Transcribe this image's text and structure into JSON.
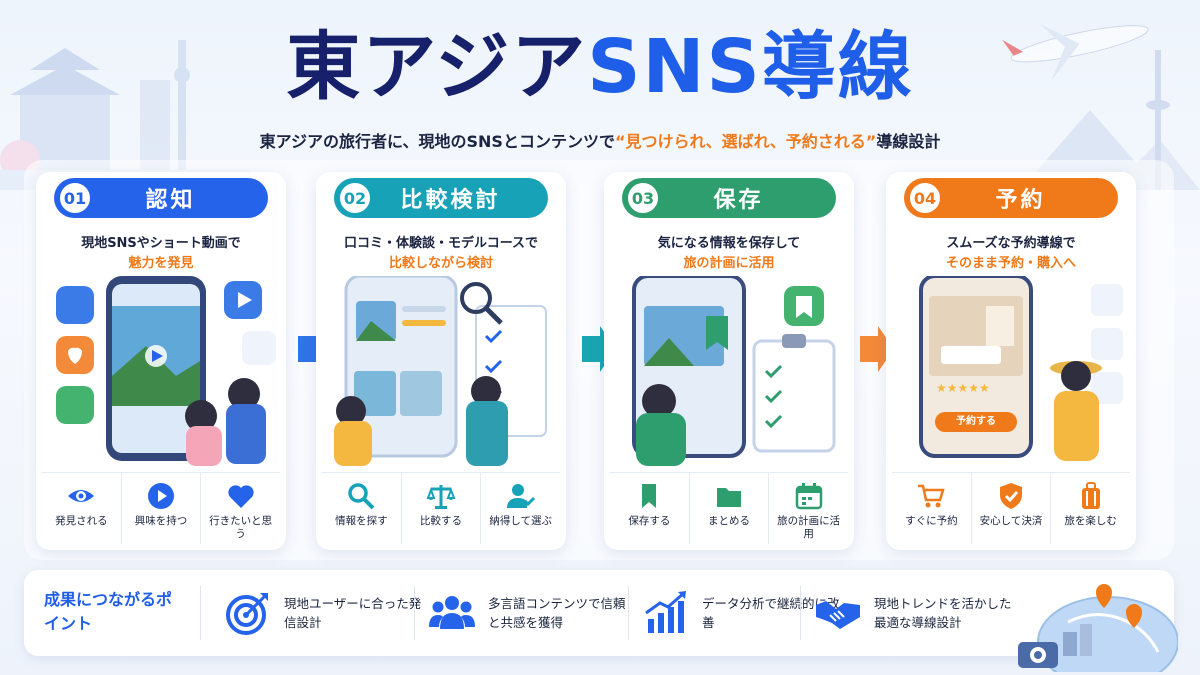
{
  "title": {
    "part1": "東アジア",
    "part2": "SNS導線"
  },
  "subtitle": {
    "before": "東アジアの旅行者に、現地のSNSとコンテンツで",
    "highlight": "“見つけられ、選ばれ、予約される”",
    "after": "導線設計"
  },
  "steps": [
    {
      "num": "01",
      "title": "認知",
      "color": "#2563eb",
      "desc1": "現地SNSやショート動画で",
      "desc2": "魅力を発見",
      "actions": [
        {
          "label": "発見される",
          "icon": "eye-icon"
        },
        {
          "label": "興味を持つ",
          "icon": "play-icon"
        },
        {
          "label": "行きたいと思う",
          "icon": "heart-icon"
        }
      ]
    },
    {
      "num": "02",
      "title": "比較検討",
      "color": "#17a2b8",
      "desc1": "口コミ・体験談・モデルコースで",
      "desc2": "比較しながら検討",
      "actions": [
        {
          "label": "情報を探す",
          "icon": "search-icon"
        },
        {
          "label": "比較する",
          "icon": "scale-icon"
        },
        {
          "label": "納得して選ぶ",
          "icon": "user-check-icon"
        }
      ]
    },
    {
      "num": "03",
      "title": "保存",
      "color": "#2e9e6e",
      "desc1": "気になる情報を保存して",
      "desc2": "旅の計画に活用",
      "actions": [
        {
          "label": "保存する",
          "icon": "bookmark-icon"
        },
        {
          "label": "まとめる",
          "icon": "folder-icon"
        },
        {
          "label": "旅の計画に活用",
          "icon": "calendar-icon"
        }
      ]
    },
    {
      "num": "04",
      "title": "予約",
      "color": "#f07a1a",
      "desc1": "スムーズな予約導線で",
      "desc2": "そのまま予約・購入へ",
      "actions": [
        {
          "label": "すぐに予約",
          "icon": "cart-icon"
        },
        {
          "label": "安心して決済",
          "icon": "shield-check-icon"
        },
        {
          "label": "旅を楽しむ",
          "icon": "suitcase-icon"
        }
      ]
    }
  ],
  "illustration": {
    "reserve_button": "予約する"
  },
  "bottom": {
    "title": "成果につながるポイント",
    "items": [
      {
        "label": "現地ユーザーに合った発信設計",
        "icon": "target-icon"
      },
      {
        "label": "多言語コンテンツで信頼と共感を獲得",
        "icon": "users-icon"
      },
      {
        "label": "データ分析で継続的に改善",
        "icon": "chart-icon"
      },
      {
        "label": "現地トレンドを活かした最適な導線設計",
        "icon": "handshake-icon"
      }
    ]
  }
}
